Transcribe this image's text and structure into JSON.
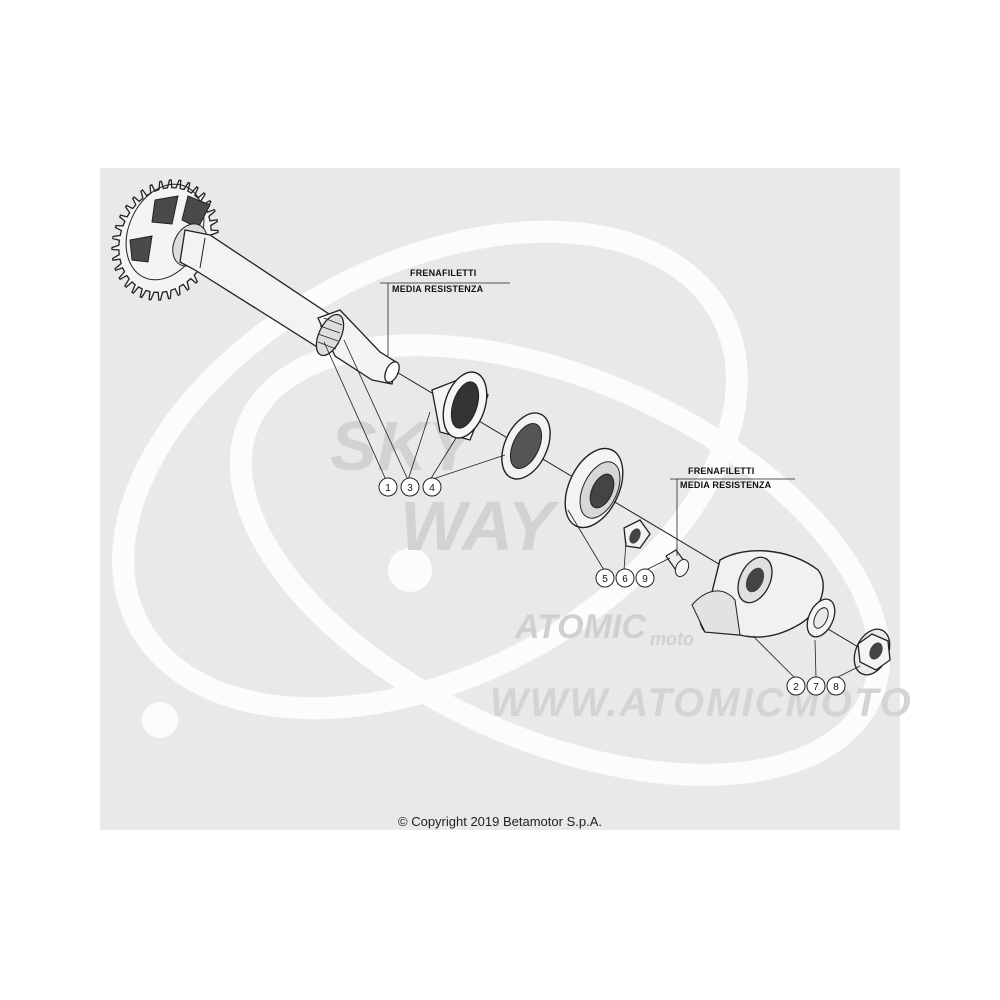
{
  "notes": {
    "upper_line1": "FRENAFILETTI",
    "upper_line2": "MEDIA RESISTENZA",
    "lower_line1": "FRENAFILETTI",
    "lower_line2": "MEDIA RESISTENZA"
  },
  "callouts": {
    "group_a": [
      "1",
      "3",
      "4"
    ],
    "group_b": [
      "5",
      "6",
      "9"
    ],
    "group_c": [
      "2",
      "7",
      "8"
    ]
  },
  "watermark": {
    "site": "WWW.ATOMICMOTO",
    "brand": "ATOMIC",
    "brand_small": "moto",
    "mark_line1": "SKY",
    "mark_line2": "WAY"
  },
  "copyright": "© Copyright 2019 Betamotor S.p.A."
}
